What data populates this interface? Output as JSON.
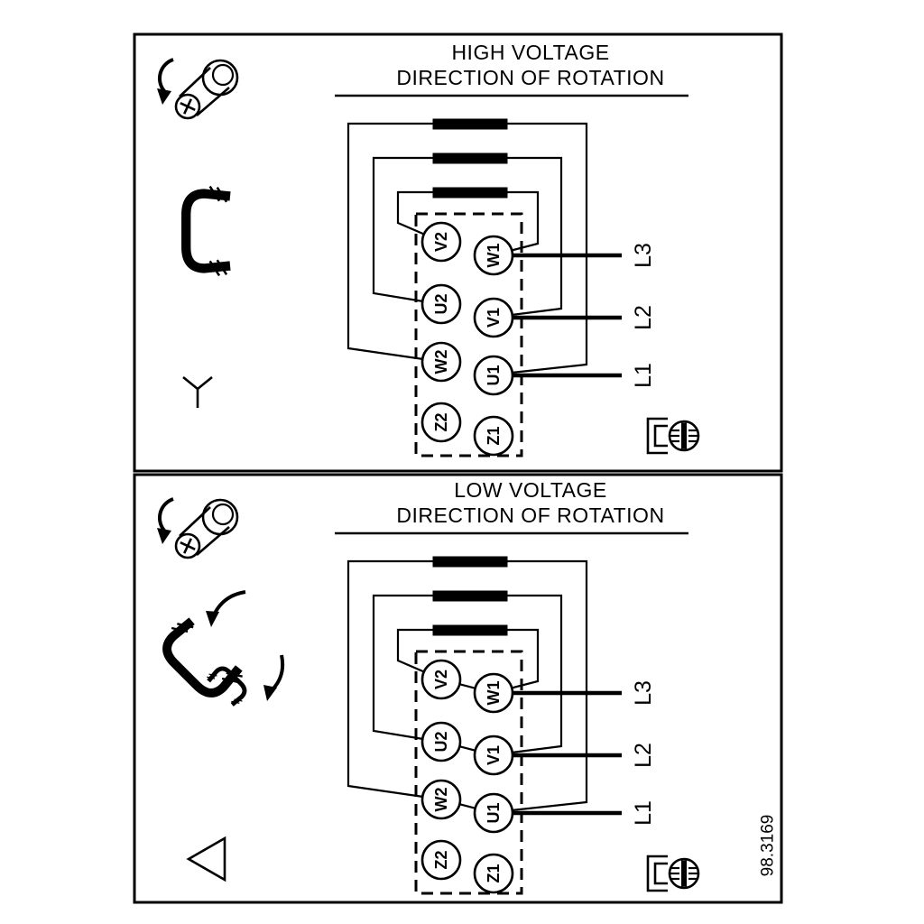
{
  "figure_number": "98.3169",
  "panels": [
    {
      "id": "high-voltage",
      "title_line1": "HIGH VOLTAGE",
      "title_line2": "DIRECTION OF ROTATION",
      "connection": "star",
      "terminals": {
        "left": [
          "V2",
          "U2",
          "W2",
          "Z2"
        ],
        "right": [
          "W1",
          "V1",
          "U1",
          "Z1"
        ]
      },
      "supply_lines": [
        "L3",
        "L2",
        "L1"
      ]
    },
    {
      "id": "low-voltage",
      "title_line1": "LOW VOLTAGE",
      "title_line2": "DIRECTION OF ROTATION",
      "connection": "delta",
      "terminals": {
        "left": [
          "V2",
          "U2",
          "W2",
          "Z2"
        ],
        "right": [
          "W1",
          "V1",
          "U1",
          "Z1"
        ]
      },
      "supply_lines": [
        "L3",
        "L2",
        "L1"
      ]
    }
  ],
  "icons": {
    "panel_top_left": "screw-with-rotation-arrow",
    "high_voltage_left": [
      "jumper-link-bracket",
      "star-connection-symbol"
    ],
    "low_voltage_left": [
      "jumper-link-brackets-with-rotation-arrows",
      "delta-connection-symbol"
    ],
    "panel_bottom_right": "terminal-clamp-screw"
  }
}
